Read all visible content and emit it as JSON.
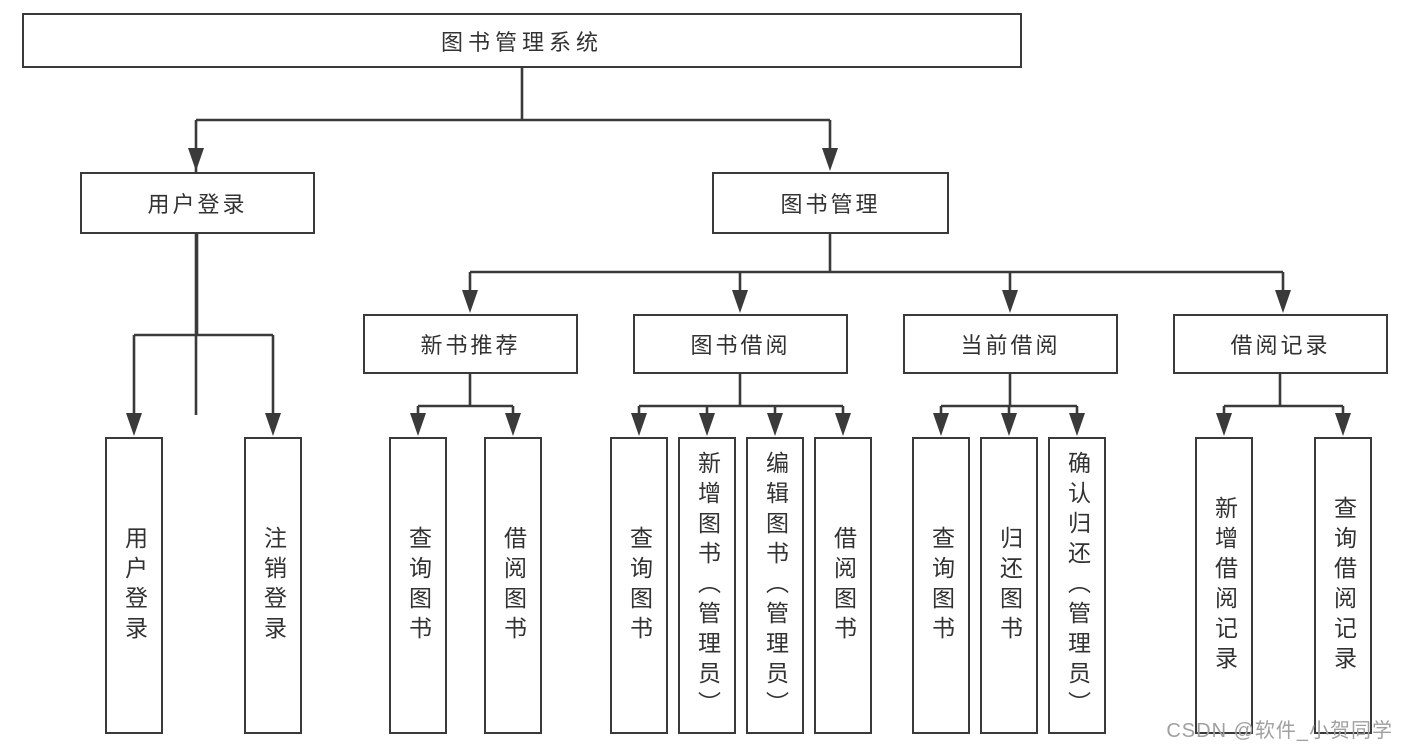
{
  "diagram": {
    "root": {
      "label": "图书管理系统"
    },
    "branches": [
      {
        "label": "用户登录"
      },
      {
        "label": "图书管理"
      }
    ],
    "modules": [
      {
        "label": "新书推荐"
      },
      {
        "label": "图书借阅"
      },
      {
        "label": "当前借阅"
      },
      {
        "label": "借阅记录"
      }
    ],
    "functions": [
      {
        "label": "用户登录",
        "parent": "用户登录"
      },
      {
        "label": "注销登录",
        "parent": "用户登录"
      },
      {
        "label": "查询图书",
        "parent": "新书推荐"
      },
      {
        "label": "借阅图书",
        "parent": "新书推荐"
      },
      {
        "label": "查询图书",
        "parent": "图书借阅"
      },
      {
        "label": "新增图书（管理员）",
        "parent": "图书借阅"
      },
      {
        "label": "编辑图书（管理员）",
        "parent": "图书借阅"
      },
      {
        "label": "借阅图书",
        "parent": "图书借阅"
      },
      {
        "label": "查询图书",
        "parent": "当前借阅"
      },
      {
        "label": "归还图书",
        "parent": "当前借阅"
      },
      {
        "label": "确认归还（管理员）",
        "parent": "当前借阅"
      },
      {
        "label": "新增借阅记录",
        "parent": "借阅记录"
      },
      {
        "label": "查询借阅记录",
        "parent": "借阅记录"
      }
    ],
    "edges": [
      {
        "from": "图书管理系统",
        "to": [
          "用户登录",
          "图书管理"
        ]
      },
      {
        "from": "用户登录",
        "to": [
          "用户登录",
          "注销登录"
        ]
      },
      {
        "from": "图书管理",
        "to": [
          "新书推荐",
          "图书借阅",
          "当前借阅",
          "借阅记录"
        ]
      },
      {
        "from": "新书推荐",
        "to": [
          "查询图书",
          "借阅图书"
        ]
      },
      {
        "from": "图书借阅",
        "to": [
          "查询图书",
          "新增图书（管理员）",
          "编辑图书（管理员）",
          "借阅图书"
        ]
      },
      {
        "from": "当前借阅",
        "to": [
          "查询图书",
          "归还图书",
          "确认归还（管理员）"
        ]
      },
      {
        "from": "借阅记录",
        "to": [
          "新增借阅记录",
          "查询借阅记录"
        ]
      }
    ],
    "watermark": {
      "text": "CSDN @软件_小贺同学"
    },
    "colors": {
      "line": "#3a3a3a",
      "text": "#323232",
      "box_background": "#ffffff",
      "watermark": "#a0a0a0",
      "page_background": "#ffffff"
    }
  }
}
